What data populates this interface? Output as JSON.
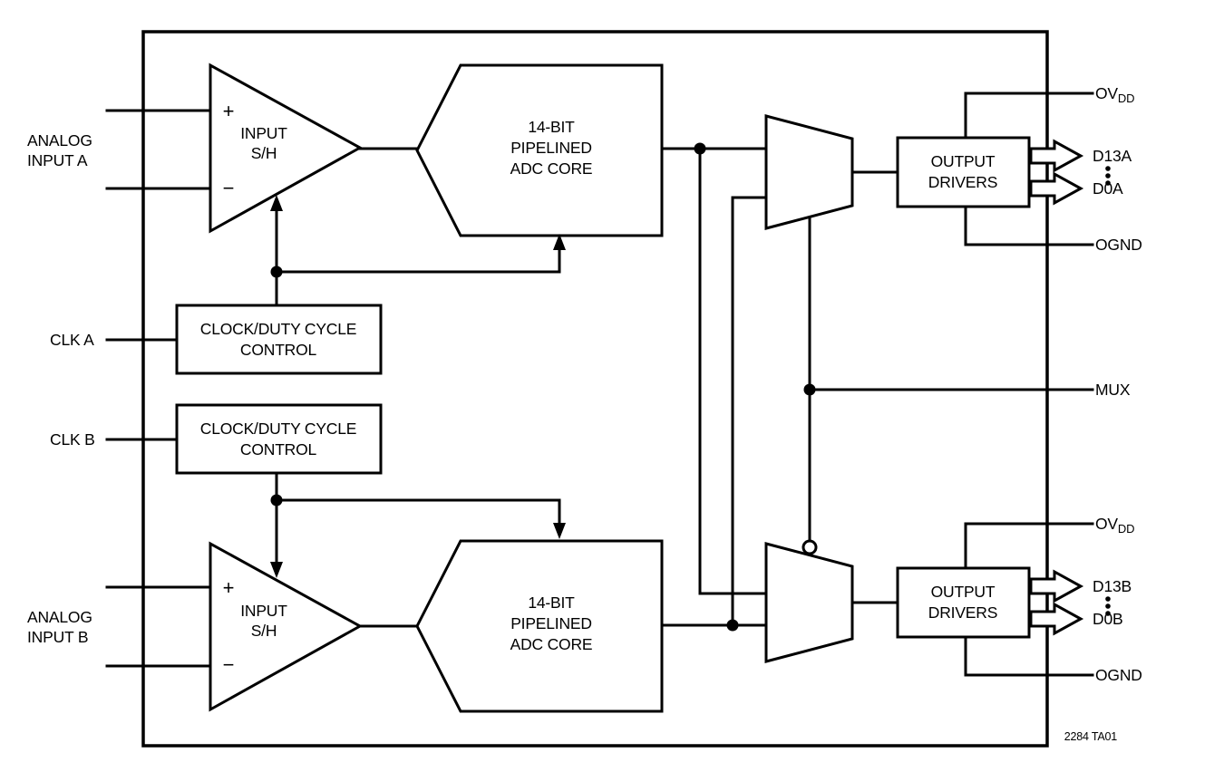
{
  "figure": {
    "id": "2284 TA01",
    "background": "#ffffff",
    "line_color": "#000000"
  },
  "left": {
    "analog_input_a": {
      "line1": "ANALOG",
      "line2": "INPUT A"
    },
    "clk_a": "CLK A",
    "clk_b": "CLK B",
    "analog_input_b": {
      "line1": "ANALOG",
      "line2": "INPUT B"
    }
  },
  "right": {
    "ovdd_main": "OV",
    "ovdd_sub": "DD",
    "d13a": "D13A",
    "d0a": "D0A",
    "ognd": "OGND",
    "mux": "MUX",
    "d13b": "D13B",
    "d0b": "D0B"
  },
  "blocks": {
    "sh_a": {
      "plus": "+",
      "minus": "−",
      "line1": "INPUT",
      "line2": "S/H"
    },
    "adc_a": {
      "line1": "14-BIT",
      "line2": "PIPELINED",
      "line3": "ADC CORE"
    },
    "clock_a": {
      "line1": "CLOCK/DUTY CYCLE",
      "line2": "CONTROL"
    },
    "drivers_a": {
      "line1": "OUTPUT",
      "line2": "DRIVERS"
    },
    "sh_b": {
      "plus": "+",
      "minus": "−",
      "line1": "INPUT",
      "line2": "S/H"
    },
    "adc_b": {
      "line1": "14-BIT",
      "line2": "PIPELINED",
      "line3": "ADC CORE"
    },
    "clock_b": {
      "line1": "CLOCK/DUTY CYCLE",
      "line2": "CONTROL"
    },
    "drivers_b": {
      "line1": "OUTPUT",
      "line2": "DRIVERS"
    }
  }
}
